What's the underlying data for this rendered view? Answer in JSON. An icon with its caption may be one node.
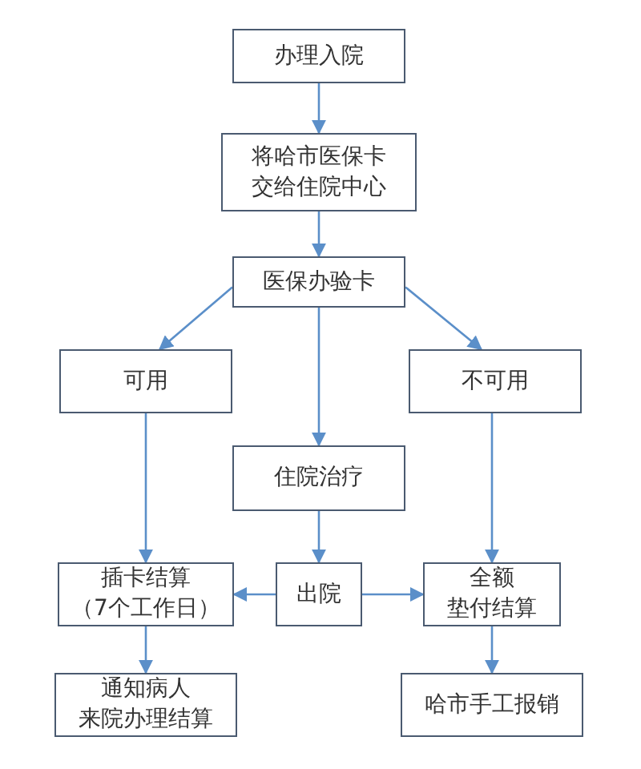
{
  "diagram": {
    "nodes": [
      {
        "text": [
          "办理入院"
        ]
      },
      {
        "text": [
          "将哈市医保卡交给住院中心"
        ]
      },
      {
        "text": [
          "医保办验卡"
        ]
      },
      {
        "text": [
          "可用"
        ]
      },
      {
        "text": [
          "不可用"
        ]
      },
      {
        "text": [
          "住院治疗"
        ]
      },
      {
        "text": [
          "插卡结算（7个工作日）"
        ]
      },
      {
        "text": [
          "出院"
        ]
      },
      {
        "text": [
          "全额垫付结算"
        ]
      },
      {
        "text": [
          "通知病人来院办理结算"
        ]
      },
      {
        "text": [
          "哈市手工报销"
        ]
      }
    ],
    "edges": [
      {
        "from": 0,
        "to": 1,
        "arrow": "to"
      },
      {
        "from": 1,
        "to": 2,
        "arrow": "to"
      },
      {
        "from": 2,
        "to": 3,
        "arrow": "to"
      },
      {
        "from": 2,
        "to": 4,
        "arrow": "to"
      },
      {
        "from": 2,
        "to": 5,
        "arrow": "to"
      },
      {
        "from": 3,
        "to": 6,
        "arrow": "to"
      },
      {
        "from": 4,
        "to": 8,
        "arrow": "to"
      },
      {
        "from": 5,
        "to": 7,
        "arrow": "to"
      },
      {
        "from": 7,
        "to": 6,
        "arrow": "to"
      },
      {
        "from": 7,
        "to": 8,
        "arrow": "to"
      },
      {
        "from": 6,
        "to": 9,
        "arrow": "to"
      },
      {
        "from": 8,
        "to": 10,
        "arrow": "to"
      }
    ]
  }
}
